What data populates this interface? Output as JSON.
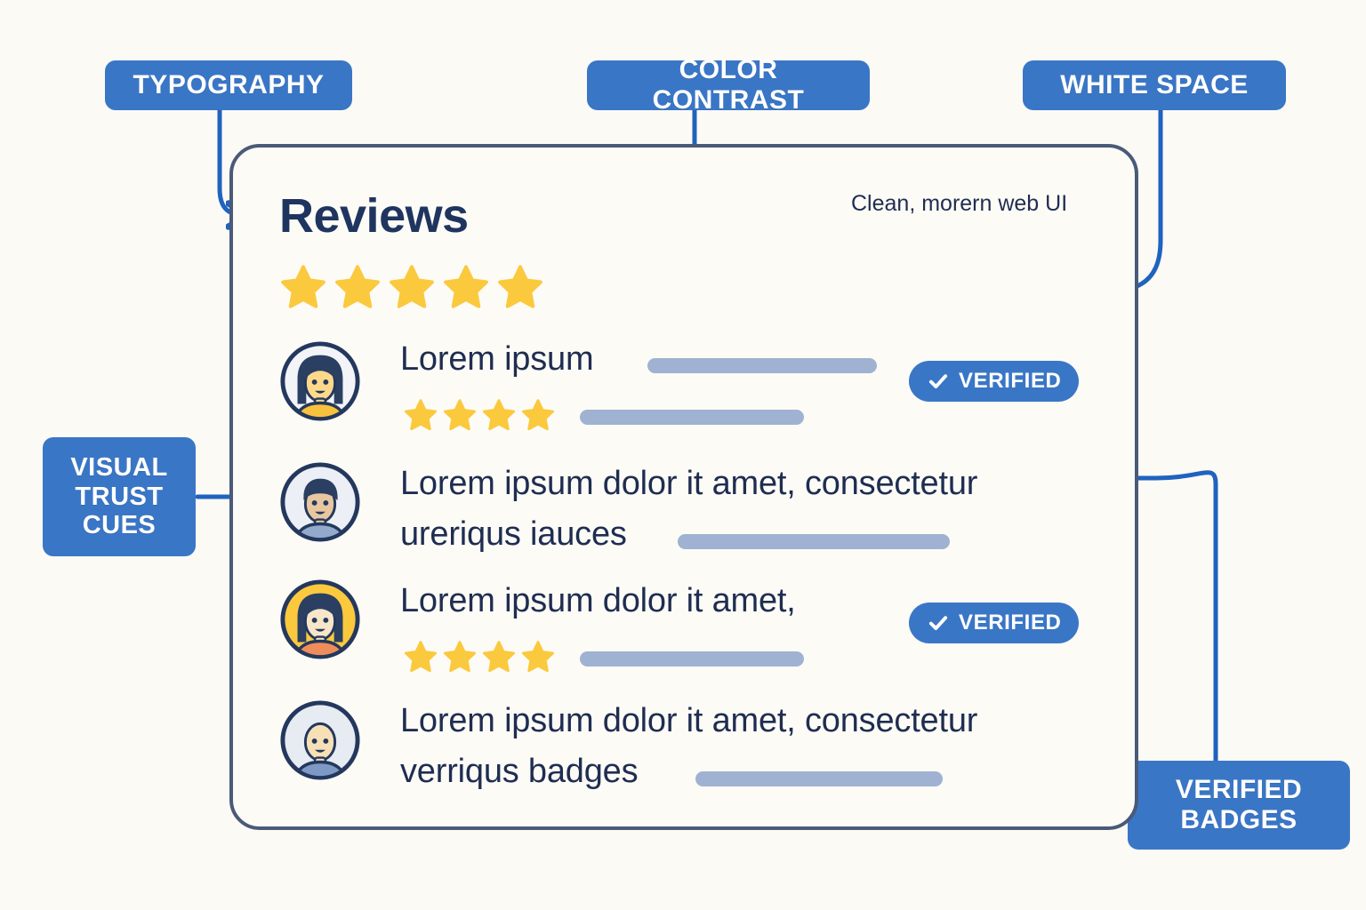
{
  "theme": {
    "background": "#fbfaf5",
    "accent_blue": "#3a76c6",
    "card_border": "#4a5a78",
    "text_navy": "#1f2d51",
    "title_navy": "#1f3560",
    "star_yellow": "#fbc93d",
    "bar_gray": "#9fb2d2",
    "badge_white": "#ffffff"
  },
  "callouts": [
    {
      "id": "typography",
      "label": "TYPOGRAPHY"
    },
    {
      "id": "color-contrast",
      "label": "COLOR CONTRAST"
    },
    {
      "id": "white-space",
      "label": "WHITE SPACE"
    },
    {
      "id": "visual-trust-cues",
      "line1": "VISUAL",
      "line2": "TRUST",
      "line3": "CUES"
    },
    {
      "id": "verified-badges",
      "line1": "VERIFIED",
      "line2": "BADGES"
    }
  ],
  "card": {
    "title": "Reviews",
    "subtitle": "Clean, morern web UI",
    "header_rating": 5,
    "header_rating_max": 5,
    "reviews": [
      {
        "avatar": "avatar-woman-dark-hair",
        "line1": "Lorem ipsum",
        "line2": "",
        "rating": 4,
        "verified": true,
        "verified_label": "VERIFIED",
        "bar1_width": 258,
        "bar2_width": 252
      },
      {
        "avatar": "avatar-man-dark-hair",
        "line1": "Lorem ipsum dolor it amet, consectetur",
        "line2": "ureriqus iauces",
        "rating": 0,
        "verified": false,
        "verified_label": "",
        "bar1_width": 0,
        "bar2_width": 306
      },
      {
        "avatar": "avatar-woman-yellow-bg",
        "line1": "Lorem ipsum dolor it amet,",
        "line2": "",
        "rating": 4,
        "verified": true,
        "verified_label": "VERIFIED",
        "bar1_width": 0,
        "bar2_width": 252
      },
      {
        "avatar": "avatar-person-bald",
        "line1": "Lorem ipsum dolor it amet, consectetur",
        "line2": "verriqus badges",
        "rating": 0,
        "verified": false,
        "verified_label": "",
        "bar1_width": 0,
        "bar2_width": 278
      }
    ]
  },
  "icons": {
    "star": "star-icon",
    "check": "check-icon",
    "arrow": "arrow-icon"
  }
}
